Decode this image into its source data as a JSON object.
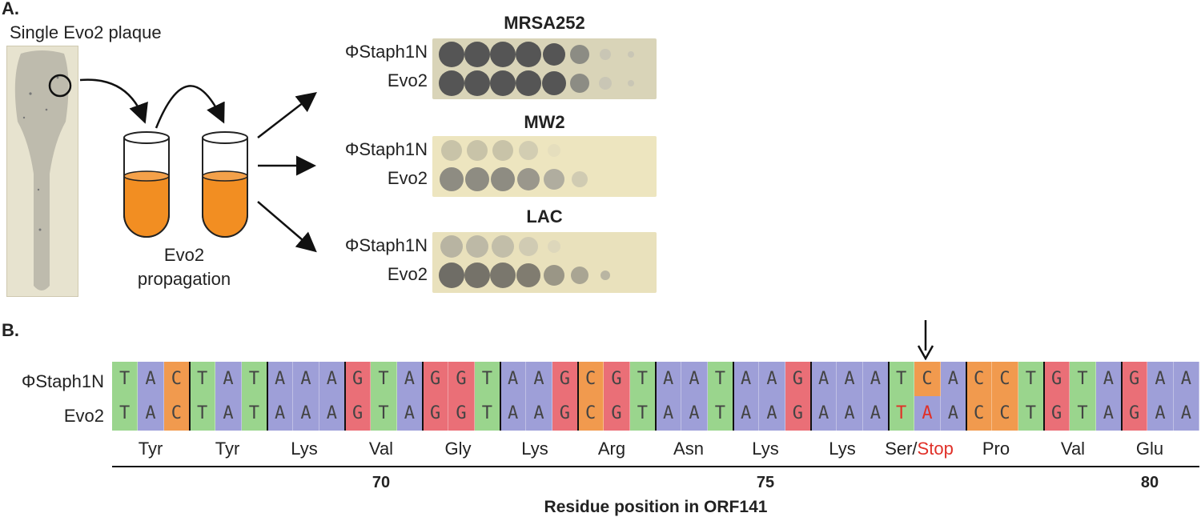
{
  "panel_a": {
    "letter": "A.",
    "plaque_label": "Single Evo2 plaque",
    "propagation_label_1": "Evo2",
    "propagation_label_2": "propagation",
    "plates": [
      {
        "title": "MRSA252",
        "rows": [
          "ΦStaph1N",
          "Evo2"
        ]
      },
      {
        "title": "MW2",
        "rows": [
          "ΦStaph1N",
          "Evo2"
        ]
      },
      {
        "title": "LAC",
        "rows": [
          "ΦStaph1N",
          "Evo2"
        ]
      }
    ]
  },
  "panel_b": {
    "letter": "B.",
    "row_labels": [
      "ΦStaph1N",
      "Evo2"
    ],
    "seq_phi": [
      "T",
      "A",
      "C",
      "T",
      "A",
      "T",
      "A",
      "A",
      "A",
      "G",
      "T",
      "A",
      "G",
      "G",
      "T",
      "A",
      "A",
      "G",
      "C",
      "G",
      "T",
      "A",
      "A",
      "T",
      "A",
      "A",
      "G",
      "A",
      "A",
      "A",
      "T",
      "C",
      "A",
      "C",
      "C",
      "T",
      "G",
      "T",
      "A",
      "G",
      "A",
      "A"
    ],
    "seq_evo": [
      "T",
      "A",
      "C",
      "T",
      "A",
      "T",
      "A",
      "A",
      "A",
      "G",
      "T",
      "A",
      "G",
      "G",
      "T",
      "A",
      "A",
      "G",
      "C",
      "G",
      "T",
      "A",
      "A",
      "T",
      "A",
      "A",
      "G",
      "A",
      "A",
      "A",
      "T",
      "A",
      "A",
      "C",
      "C",
      "T",
      "G",
      "T",
      "A",
      "G",
      "A",
      "A"
    ],
    "amino_acids": [
      "Tyr",
      "Tyr",
      "Lys",
      "Val",
      "Gly",
      "Lys",
      "Arg",
      "Asn",
      "Lys",
      "Lys",
      "Ser/",
      "Pro",
      "Val",
      "Glu"
    ],
    "stop_label": "Stop",
    "ticks": [
      "70",
      "75",
      "80"
    ],
    "axis_title": "Residue position in ORF141",
    "colors": {
      "A": "#9e9fd8",
      "T": "#9ad58d",
      "G": "#ea6f77",
      "C": "#f19a4e",
      "mutation_text": "#e03028"
    }
  }
}
